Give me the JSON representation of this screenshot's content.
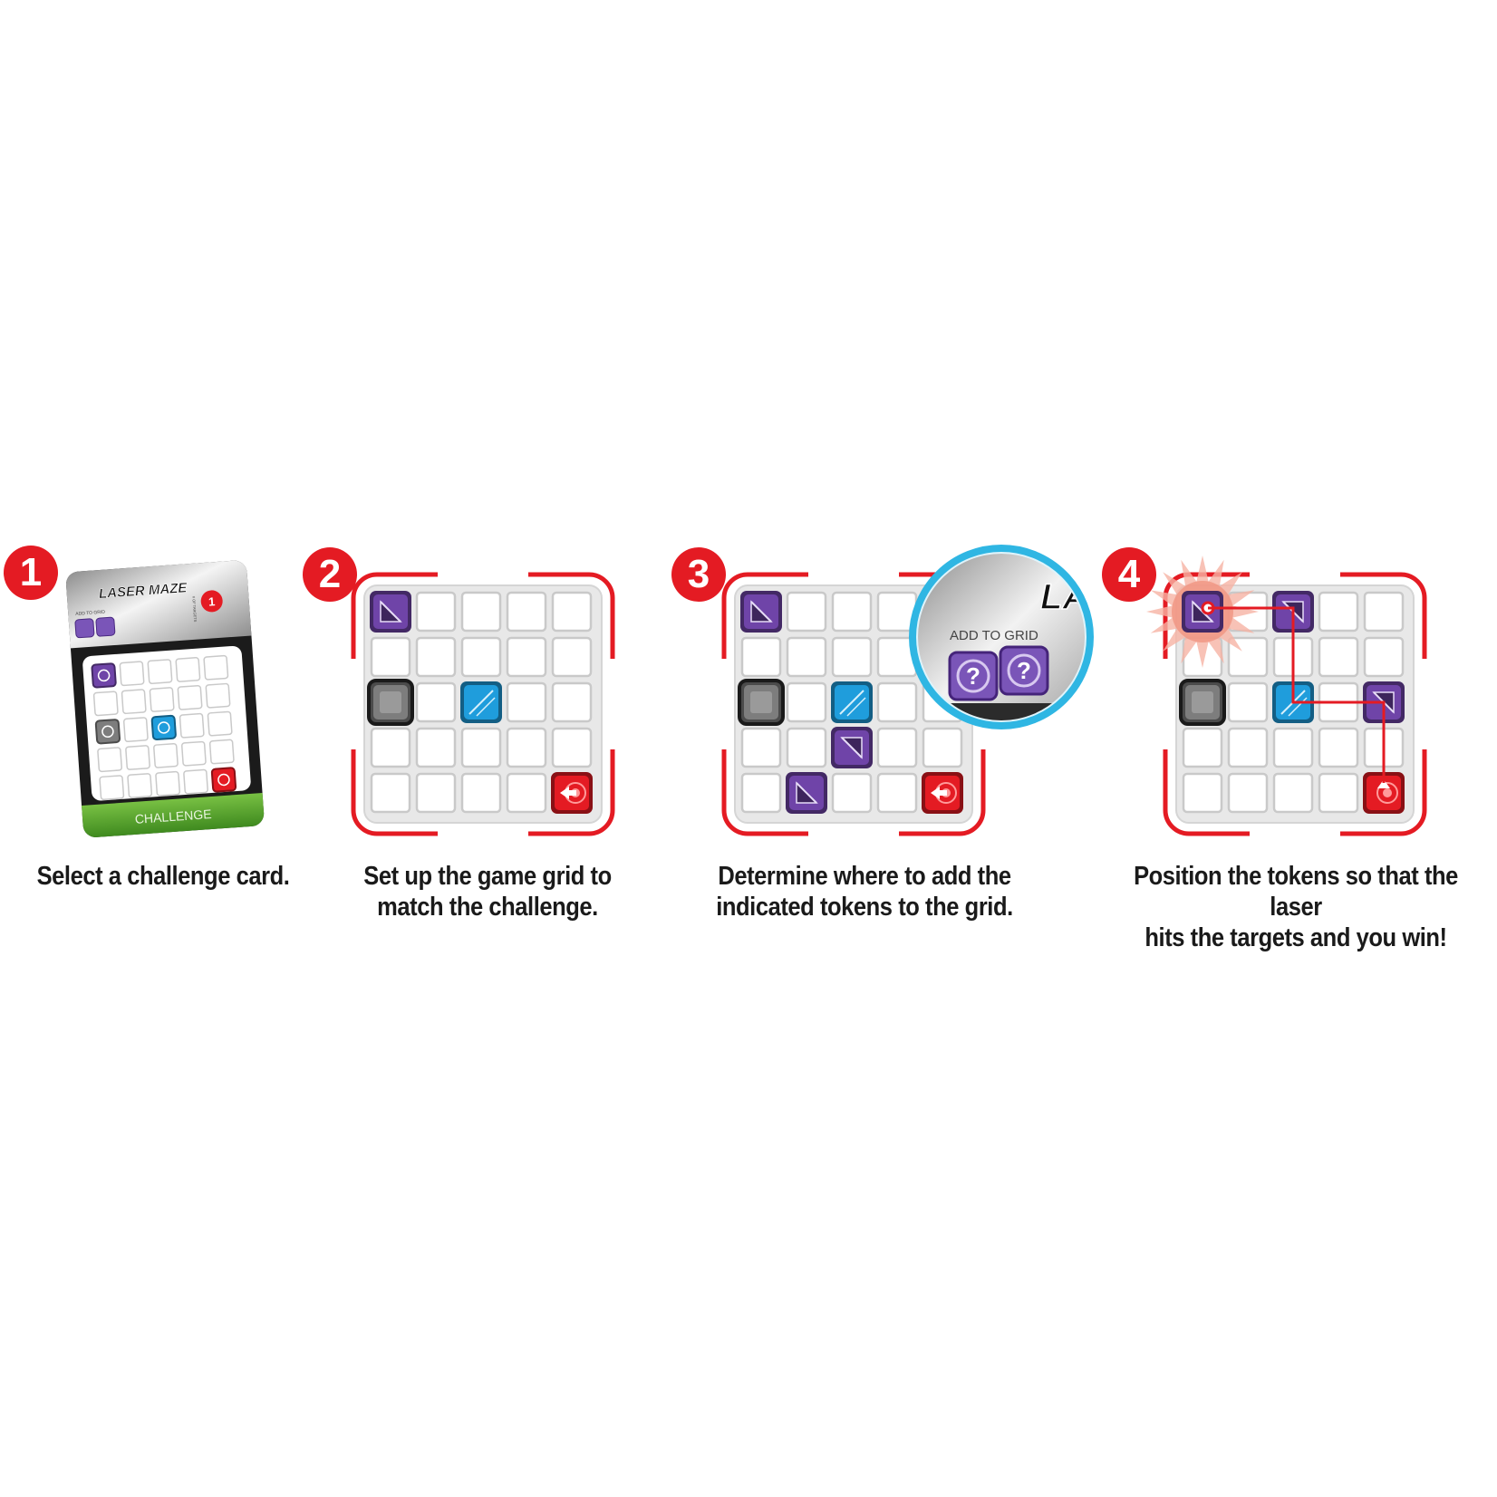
{
  "steps": [
    {
      "number": "1",
      "caption": "Select a challenge card."
    },
    {
      "number": "2",
      "caption": "Set up the game grid to\nmatch the challenge."
    },
    {
      "number": "3",
      "caption": "Determine where to add the\nindicated tokens to the grid."
    },
    {
      "number": "4",
      "caption": "Position the tokens so that the laser\nhits the targets and you win!"
    }
  ],
  "card": {
    "logo": "LASER MAZE",
    "tokens_label": "ADD TO GRID",
    "targets_label": "# OF TARGETS",
    "targets_count": "1",
    "footer": "CHALLENGE"
  },
  "zoom": {
    "logo": "LAS",
    "label": "ADD TO GRID",
    "token_glyph": "?"
  },
  "colors": {
    "accent_red": "#e41b23",
    "purple": "#6f44a8",
    "blue": "#1f9ddc",
    "gray": "#7d7d7d",
    "green": "#5aa32b"
  }
}
